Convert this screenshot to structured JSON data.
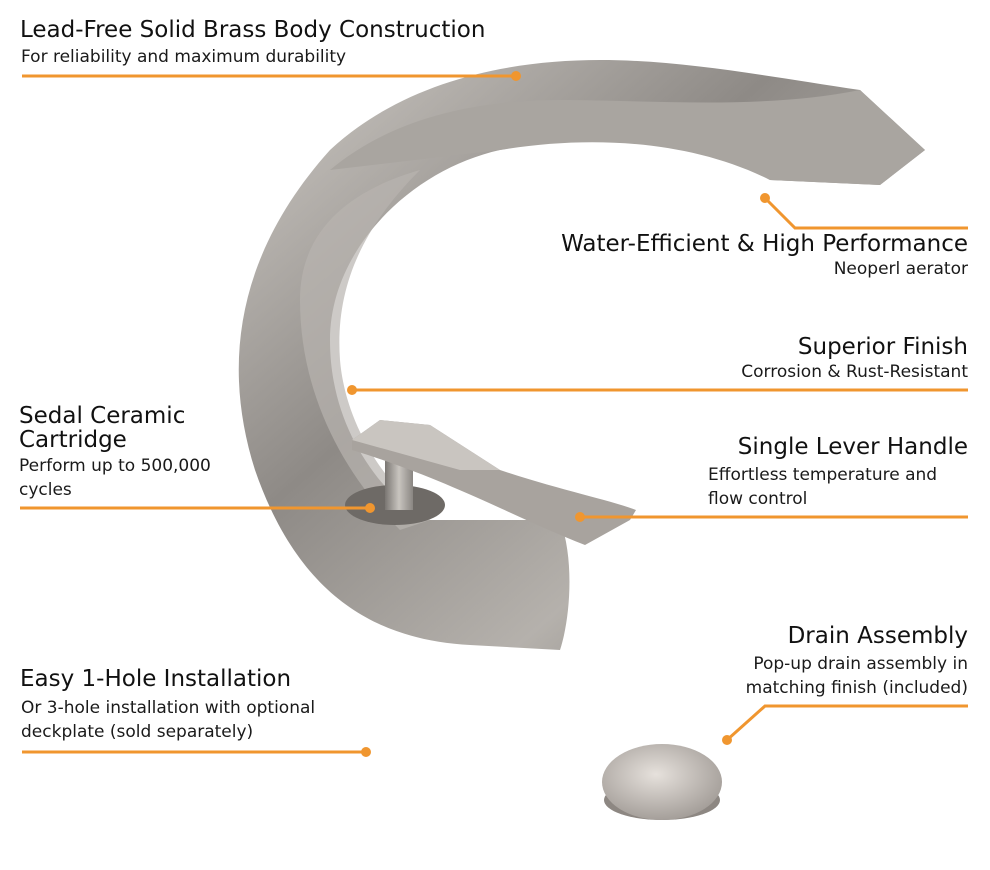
{
  "accent_color": "#f0962f",
  "features": [
    {
      "title": "Lead-Free Solid Brass Body Construction",
      "subtitle": "For reliability and maximum durability"
    },
    {
      "title": "Water-Efficient & High Performance",
      "subtitle": "Neoperl aerator"
    },
    {
      "title": "Superior Finish",
      "subtitle": "Corrosion & Rust-Resistant"
    },
    {
      "title_lines": [
        "Sedal Ceramic",
        "Cartridge"
      ],
      "subtitle_lines": [
        "Perform up to 500,000",
        "cycles"
      ]
    },
    {
      "title": "Single Lever Handle",
      "subtitle_lines": [
        "Effortless temperature and",
        "flow control"
      ]
    },
    {
      "title": "Drain Assembly",
      "subtitle_lines": [
        "Pop-up drain assembly in",
        "matching finish (included)"
      ]
    },
    {
      "title": "Easy 1-Hole Installation",
      "subtitle_lines": [
        "Or 3-hole installation with optional",
        "deckplate (sold separately)"
      ]
    }
  ]
}
